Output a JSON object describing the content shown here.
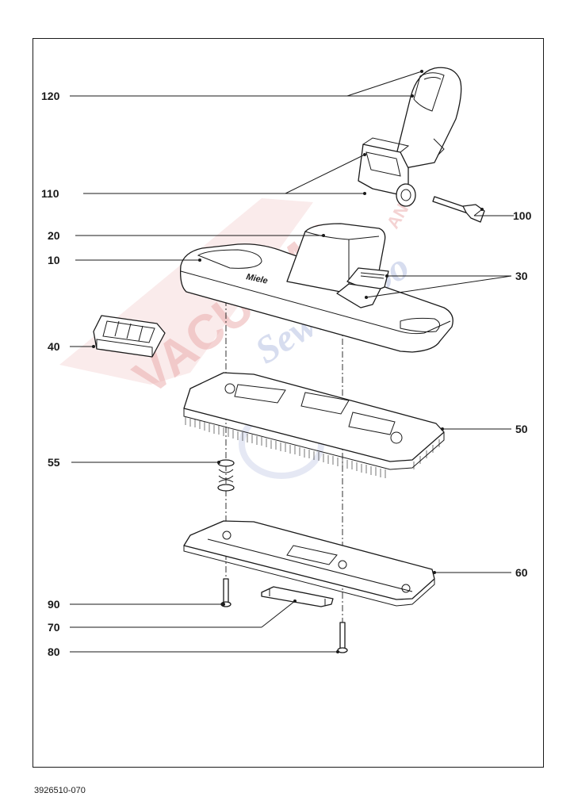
{
  "drawing": {
    "reference_number": "3926510-070",
    "brand_on_part": "Miele",
    "watermark": {
      "main": "VACUUMS",
      "and": "AND",
      "sub": "Sewing too"
    },
    "callouts": [
      {
        "id": "c120",
        "number": "120"
      },
      {
        "id": "c110",
        "number": "110"
      },
      {
        "id": "c100",
        "number": "100"
      },
      {
        "id": "c20",
        "number": "20"
      },
      {
        "id": "c10",
        "number": "10"
      },
      {
        "id": "c30",
        "number": "30"
      },
      {
        "id": "c40",
        "number": "40"
      },
      {
        "id": "c50",
        "number": "50"
      },
      {
        "id": "c55",
        "number": "55"
      },
      {
        "id": "c60",
        "number": "60"
      },
      {
        "id": "c90",
        "number": "90"
      },
      {
        "id": "c70",
        "number": "70"
      },
      {
        "id": "c80",
        "number": "80"
      }
    ]
  },
  "colors": {
    "line": "#1a1a1a",
    "watermark_red": "#e8a0a0",
    "watermark_blue": "#a8b4dc"
  }
}
